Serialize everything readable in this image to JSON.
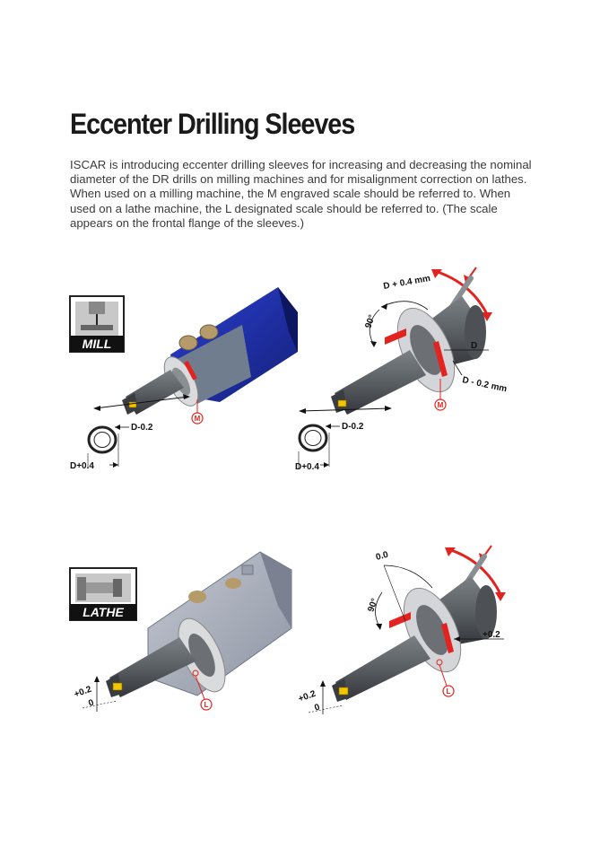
{
  "title": "Eccenter Drilling Sleeves",
  "intro": "ISCAR is introducing eccenter drilling sleeves for increasing and decreasing the nominal diameter of the DR drills on milling machines and for misalignment correction on lathes. When used on a milling machine, the M engraved scale should be referred to. When used on a lathe machine, the L designated scale should be referred to. (The scale appears on the frontal flange of the sleeves.)",
  "mill_badge": "MILL",
  "lathe_badge": "LATHE",
  "fig1": {
    "d_minus": "D-0.2",
    "d_plus": "D+0.4",
    "scale": "M"
  },
  "fig2": {
    "d_plus_mm": "D + 0.4 mm",
    "angle": "90°",
    "d": "D",
    "d_minus_mm": "D - 0.2 mm",
    "d_minus": "D-0.2",
    "d_plus": "D+0.4",
    "scale": "M"
  },
  "fig3": {
    "plus": "+0.2",
    "zero": "0",
    "scale": "L"
  },
  "fig4": {
    "zero_zero": "0.0",
    "angle": "90°",
    "plus_right": "+0.2",
    "plus": "+0.2",
    "zero": "0",
    "scale": "L"
  },
  "colors": {
    "accent_red": "#e3231f",
    "tool_gray": "#5d6266",
    "holder_blue": "#1e2fa8"
  }
}
